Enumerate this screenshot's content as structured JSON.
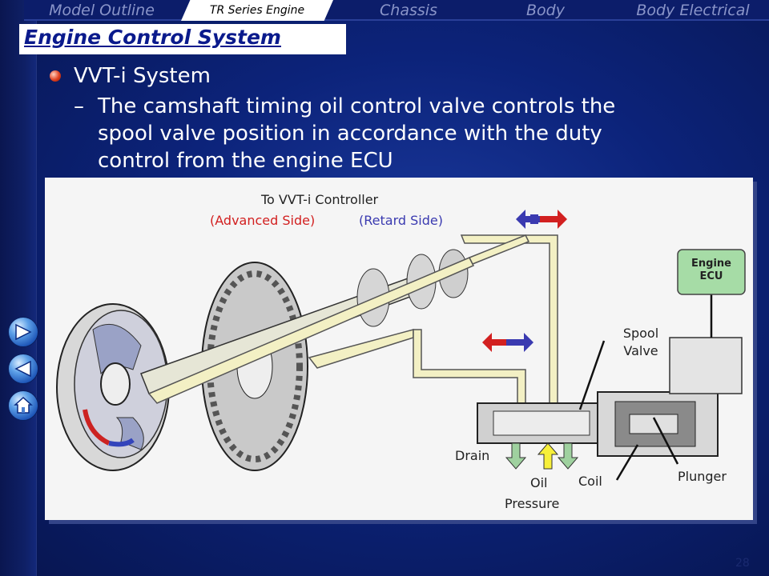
{
  "nav": {
    "tabs": [
      "Model Outline",
      "TR Series Engine",
      "Chassis",
      "Body",
      "Body Electrical"
    ],
    "active_index": 1
  },
  "slide": {
    "title": "Engine Control System",
    "heading": "VVT-i System",
    "dash": "–",
    "body_lines": [
      "The camshaft timing oil control valve controls the",
      "spool valve position in accordance with the duty",
      "control from the engine ECU"
    ],
    "page_number": "28"
  },
  "diagram": {
    "to_controller": "To VVT-i Controller",
    "advanced_side": "(Advanced Side)",
    "retard_side": "(Retard Side)",
    "engine_ecu_line1": "Engine",
    "engine_ecu_line2": "ECU",
    "spool_line1": "Spool",
    "spool_line2": "Valve",
    "drain": "Drain",
    "oil": "Oil",
    "pressure": "Pressure",
    "coil": "Coil",
    "plunger": "Plunger"
  },
  "colors": {
    "advanced": "#d22020",
    "retard": "#3a3ab0",
    "ecu_box": "#a6dca6",
    "oil_line": "#f3f0c4",
    "arrow_drain": "#9fd19f",
    "arrow_pressure": "#f7ef3a"
  },
  "icons": [
    "next-arrow-icon",
    "back-arrow-icon",
    "home-icon"
  ]
}
